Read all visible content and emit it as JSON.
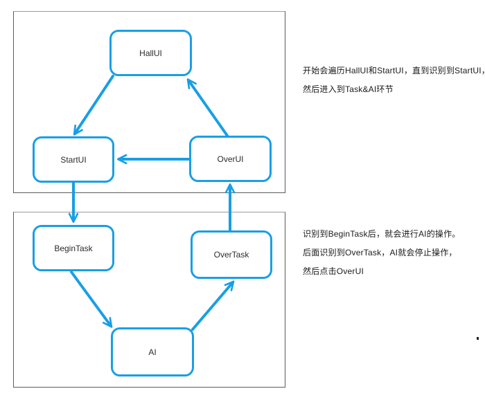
{
  "diagram": {
    "nodes": {
      "hallui": {
        "label": "HallUI"
      },
      "startui": {
        "label": "StartUI"
      },
      "overui": {
        "label": "OverUI"
      },
      "begintask": {
        "label": "BeginTask"
      },
      "overtask": {
        "label": "OverTask"
      },
      "ai": {
        "label": "AI"
      }
    },
    "edges": [
      {
        "from": "HallUI",
        "to": "StartUI"
      },
      {
        "from": "OverUI",
        "to": "HallUI"
      },
      {
        "from": "OverUI",
        "to": "StartUI"
      },
      {
        "from": "StartUI",
        "to": "BeginTask"
      },
      {
        "from": "BeginTask",
        "to": "AI"
      },
      {
        "from": "AI",
        "to": "OverTask"
      },
      {
        "from": "OverTask",
        "to": "OverUI"
      }
    ]
  },
  "annotations": {
    "top_note": {
      "lines": [
        "开始会遍历HallUI和StartUI，直到识别到StartUI，",
        "然后进入到Task&AI环节"
      ]
    },
    "bottom_note": {
      "lines": [
        "识别到BeginTask后，就会进行AI的操作。",
        "后面识别到OverTask，AI就会停止操作，",
        "然后点击OverUI"
      ]
    }
  },
  "colors": {
    "edge_blue": "#189fe4",
    "panel_border": "#5a5a5a",
    "text": "#1a1a1a"
  }
}
